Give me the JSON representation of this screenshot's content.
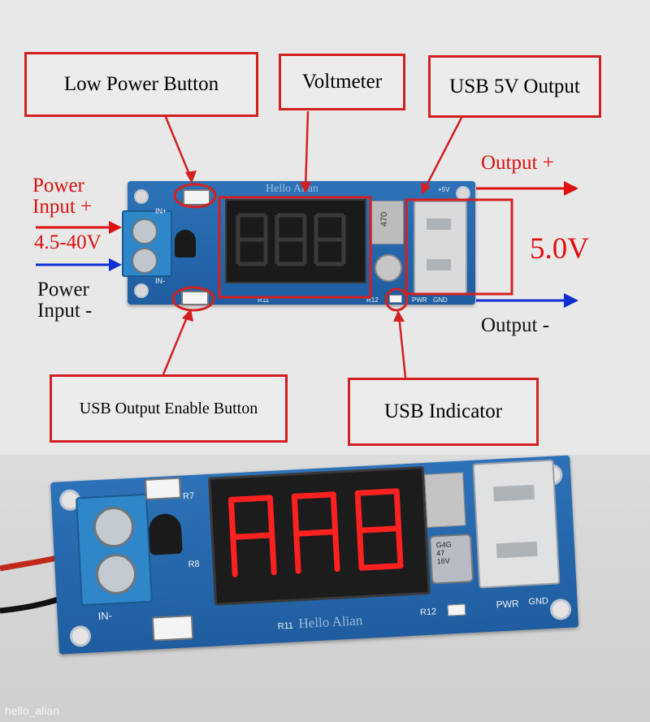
{
  "callouts": {
    "low_power_button": "Low Power Button",
    "voltmeter": "Voltmeter",
    "usb_5v_output": "USB 5V Output",
    "usb_output_enable_button": "USB Output Enable Button",
    "usb_indicator": "USB Indicator"
  },
  "labels": {
    "power_input_plus": "Power\nInput +",
    "voltage_range": "4.5-40V",
    "power_input_minus": "Power\nInput -",
    "output_plus": "Output +",
    "output_voltage": "5.0V",
    "output_minus": "Output -"
  },
  "pcb_silkscreen": {
    "in_plus": "IN+",
    "in_minus": "IN-",
    "r11": "R11",
    "r12": "R12",
    "r8": "R8",
    "r7": "R7",
    "pwr": "PWR",
    "gnd": "GND",
    "plus5v": "+5V",
    "inductor": "470",
    "capacitor": "G4G\n47\n16V"
  },
  "watermarks": {
    "board": "Hello Alian",
    "corner": "hello_alian"
  },
  "colors": {
    "callout_border": "#d42020",
    "arrow_red": "#e01010",
    "arrow_blue": "#1030d0",
    "pcb_blue": "#2366ad",
    "led_red": "#ff2020"
  }
}
